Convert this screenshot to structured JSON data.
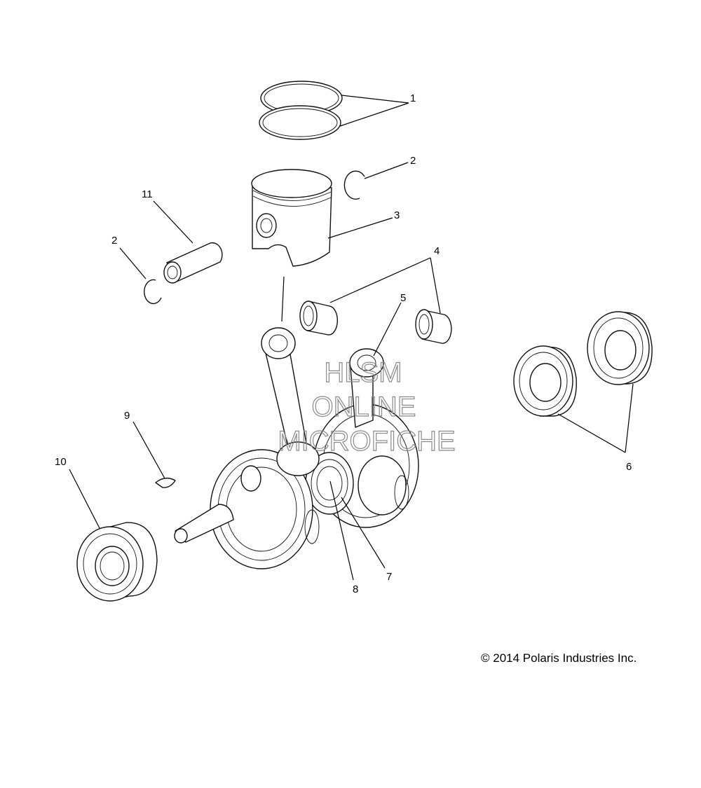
{
  "callouts": {
    "c1": "1",
    "c2a": "2",
    "c2b": "2",
    "c3": "3",
    "c4": "4",
    "c5": "5",
    "c6": "6",
    "c7": "7",
    "c8": "8",
    "c9": "9",
    "c10": "10",
    "c11": "11"
  },
  "watermark": {
    "line1": "HLSM",
    "line2": "ONLINE",
    "line3": "MICROFICHE"
  },
  "copyright": "© 2014 Polaris Industries Inc.",
  "colors": {
    "line": "#111111",
    "watermark": "#8a8a8a",
    "background": "#ffffff"
  }
}
